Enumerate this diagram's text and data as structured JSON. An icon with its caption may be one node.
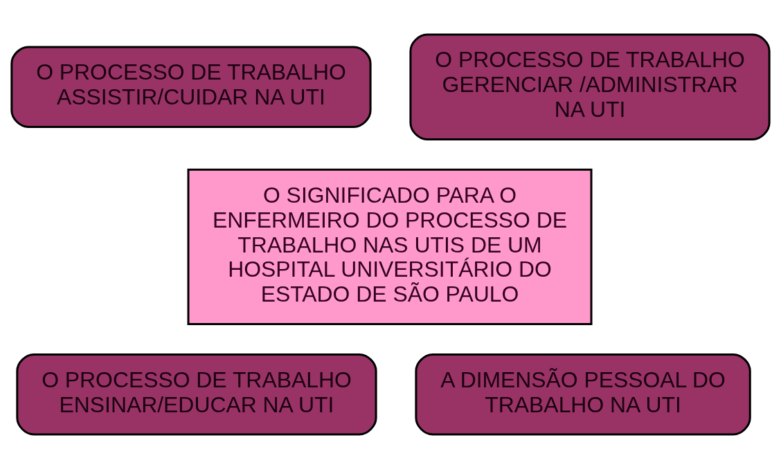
{
  "diagram": {
    "nodes": [
      {
        "text": [
          "O PROCESSO DE TRABALHO ASSISTIR/CUIDAR NA UTI"
        ]
      },
      {
        "text": [
          "O PROCESSO DE TRABALHO GERENCIAR /ADMINISTRAR NA UTI"
        ]
      },
      {
        "text": [
          "O SIGNIFICADO PARA O ENFERMEIRO DO PROCESSO DE TRABALHO NAS UTIS DE UM HOSPITAL UNIVERSITÁRIO DO ESTADO DE SÃO PAULO"
        ]
      },
      {
        "text": [
          "O PROCESSO DE TRABALHO ENSINAR/EDUCAR NA UTI"
        ]
      },
      {
        "text": [
          "A DIMENSÃO PESSOAL DO TRABALHO NA UTI"
        ]
      }
    ]
  }
}
